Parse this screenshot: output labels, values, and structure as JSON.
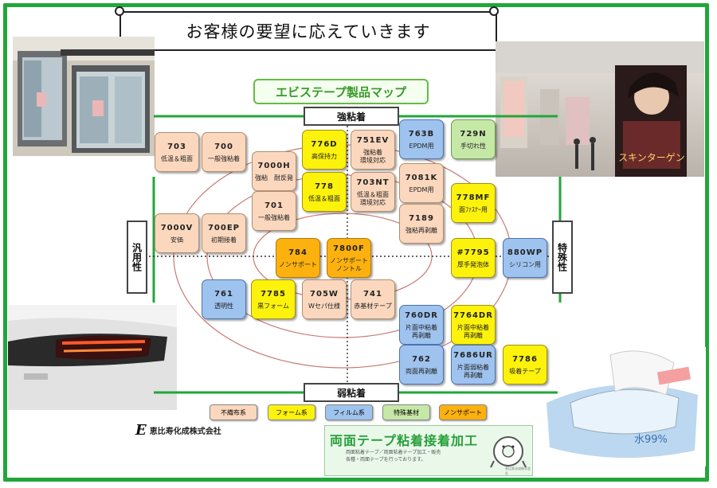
{
  "header": {
    "title": "お客様の要望に応えていきます"
  },
  "map": {
    "title": "エビステープ製品マップ",
    "axes": {
      "top": "強粘着",
      "bottom": "弱粘着",
      "left": "汎用性",
      "right": "特殊性"
    }
  },
  "products": [
    {
      "code": "703",
      "desc": "低温＆粗面",
      "type": "nonwoven"
    },
    {
      "code": "700",
      "desc": "一般強粘着",
      "type": "nonwoven"
    },
    {
      "code": "7000H",
      "desc": "強粘　耐反発",
      "type": "nonwoven"
    },
    {
      "code": "776D",
      "desc": "高保持力",
      "type": "foam"
    },
    {
      "code": "751EV",
      "desc": "強粘着\n環境対応",
      "type": "nonwoven"
    },
    {
      "code": "763B",
      "desc": "EPDM用",
      "type": "film"
    },
    {
      "code": "729N",
      "desc": "手切れ性",
      "type": "special"
    },
    {
      "code": "701",
      "desc": "一般強粘着",
      "type": "nonwoven"
    },
    {
      "code": "778",
      "desc": "低温＆粗面",
      "type": "foam"
    },
    {
      "code": "703NT",
      "desc": "低温＆粗面\n環境対応",
      "type": "nonwoven"
    },
    {
      "code": "7081K",
      "desc": "EPDM用",
      "type": "nonwoven"
    },
    {
      "code": "778MF",
      "desc": "面ﾌｧｽﾅｰ用",
      "type": "foam"
    },
    {
      "code": "7000V",
      "desc": "安価",
      "type": "nonwoven"
    },
    {
      "code": "700EP",
      "desc": "初期接着",
      "type": "nonwoven"
    },
    {
      "code": "7189",
      "desc": "強粘再剥離",
      "type": "nonwoven"
    },
    {
      "code": "784",
      "desc": "ノンサポート",
      "type": "nonsupport"
    },
    {
      "code": "7800F",
      "desc": "ノンサポート\nノントル",
      "type": "nonsupport"
    },
    {
      "code": "#7795",
      "desc": "厚手発泡体",
      "type": "foam"
    },
    {
      "code": "880WP",
      "desc": "シリコン用",
      "type": "film"
    },
    {
      "code": "761",
      "desc": "透明性",
      "type": "film"
    },
    {
      "code": "7785",
      "desc": "黒フォーム",
      "type": "foam"
    },
    {
      "code": "705W",
      "desc": "Wセパ仕様",
      "type": "nonwoven"
    },
    {
      "code": "741",
      "desc": "赤基材テープ",
      "type": "nonwoven"
    },
    {
      "code": "760DR",
      "desc": "片面中粘着\n再剥離",
      "type": "film"
    },
    {
      "code": "7764DR",
      "desc": "片面中粘着\n再剥離",
      "type": "foam"
    },
    {
      "code": "762",
      "desc": "両面再剥離",
      "type": "film"
    },
    {
      "code": "7686UR",
      "desc": "片面弱粘着\n再剥離",
      "type": "film"
    },
    {
      "code": "7786",
      "desc": "吸着テープ",
      "type": "foam"
    }
  ],
  "legend": [
    {
      "label": "不織布系",
      "type": "nonwoven",
      "color": "#fbd7bd"
    },
    {
      "label": "フォーム系",
      "type": "foam",
      "color": "#fdf20b"
    },
    {
      "label": "フィルム系",
      "type": "film",
      "color": "#9fc3ef"
    },
    {
      "label": "特殊基材",
      "type": "special",
      "color": "#c6e8a6"
    },
    {
      "label": "ノンサポート",
      "type": "nonsupport",
      "color": "#fdb10e"
    }
  ],
  "company": {
    "name": "恵比寿化成株式会社",
    "logo_letter": "E"
  },
  "banner": {
    "title": "両面テープ粘着接着加工",
    "sub1": "両面粘着テープ／両面粘着テープ加工・販売",
    "sub2": "各種・両面テープを行っております。",
    "footer": "恵比寿化成株式会社"
  },
  "photos": {
    "ad_text": "スキンターゲン",
    "package_text": "水99%"
  },
  "colors": {
    "frame": "#22a63a",
    "nonwoven": "#fbd7bd",
    "foam": "#fdf20b",
    "film": "#9fc3ef",
    "special": "#c6e8a6",
    "nonsupport": "#fdb10e"
  }
}
